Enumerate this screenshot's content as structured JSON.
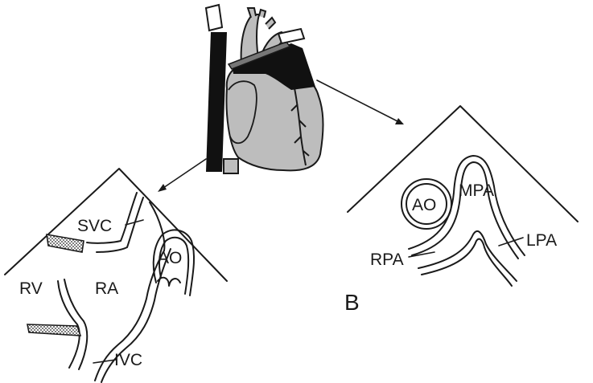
{
  "labels": {
    "svc": "SVC",
    "ao_left": "AO",
    "rv": "RV",
    "ra": "RA",
    "ivc": "IVC",
    "ao_right": "AO",
    "mpa": "MPA",
    "lpa": "LPA",
    "rpa": "RPA",
    "panel_b": "B"
  },
  "colors": {
    "line": "#1a1a1a",
    "heart_fill": "#bdbdbd",
    "probe_fill": "#111111",
    "background": "#ffffff"
  }
}
